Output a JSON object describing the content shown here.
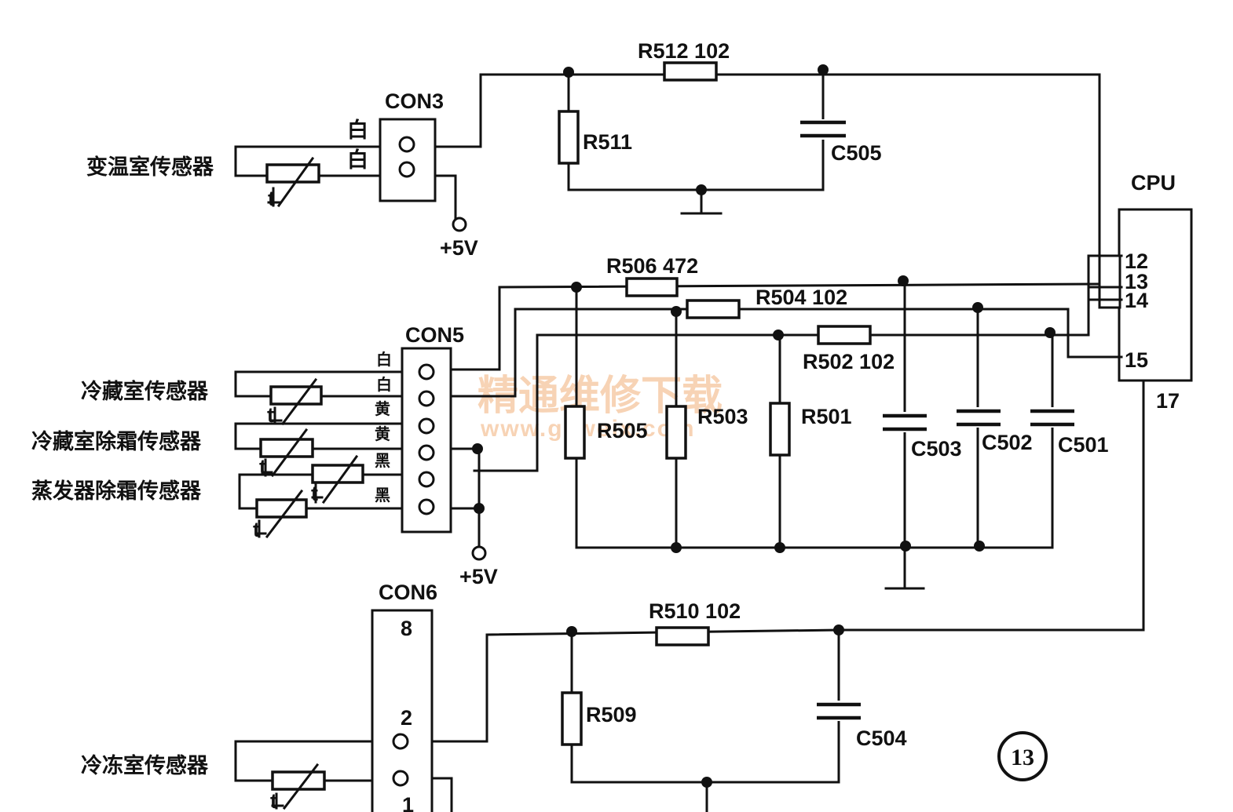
{
  "connectors": {
    "con3": "CON3",
    "con5": "CON5",
    "con6": "CON6",
    "con6_pin_top": "8",
    "con6_pin_2": "2",
    "con6_pin_1": "1"
  },
  "cpu": {
    "label": "CPU",
    "pin12": "12",
    "pin13": "13",
    "pin14": "14",
    "pin15": "15",
    "pin17": "17"
  },
  "sensors": {
    "variable_room": "变温室传感器",
    "fridge_room": "冷藏室传感器",
    "fridge_defrost": "冷藏室除霜传感器",
    "evap_defrost": "蒸发器除霜传感器",
    "freezer_room": "冷冻室传感器",
    "thermistor_mark": "t"
  },
  "wire_colors": {
    "white": "白",
    "yellow": "黄",
    "black": "黑"
  },
  "components": {
    "r512": "R512  102",
    "r511": "R511",
    "c505": "C505",
    "r506": "R506  472",
    "r504": "R504  102",
    "r502": "R502  102",
    "r505": "R505",
    "r503": "R503",
    "r501": "R501",
    "c503": "C503",
    "c502": "C502",
    "c501": "C501",
    "r510": "R510  102",
    "r509": "R509",
    "c504": "C504"
  },
  "supply": {
    "plus5v": "+5V"
  },
  "watermark": {
    "cn": "精通维修下载",
    "url": "www.gzweix.com"
  },
  "figure_number": "13"
}
